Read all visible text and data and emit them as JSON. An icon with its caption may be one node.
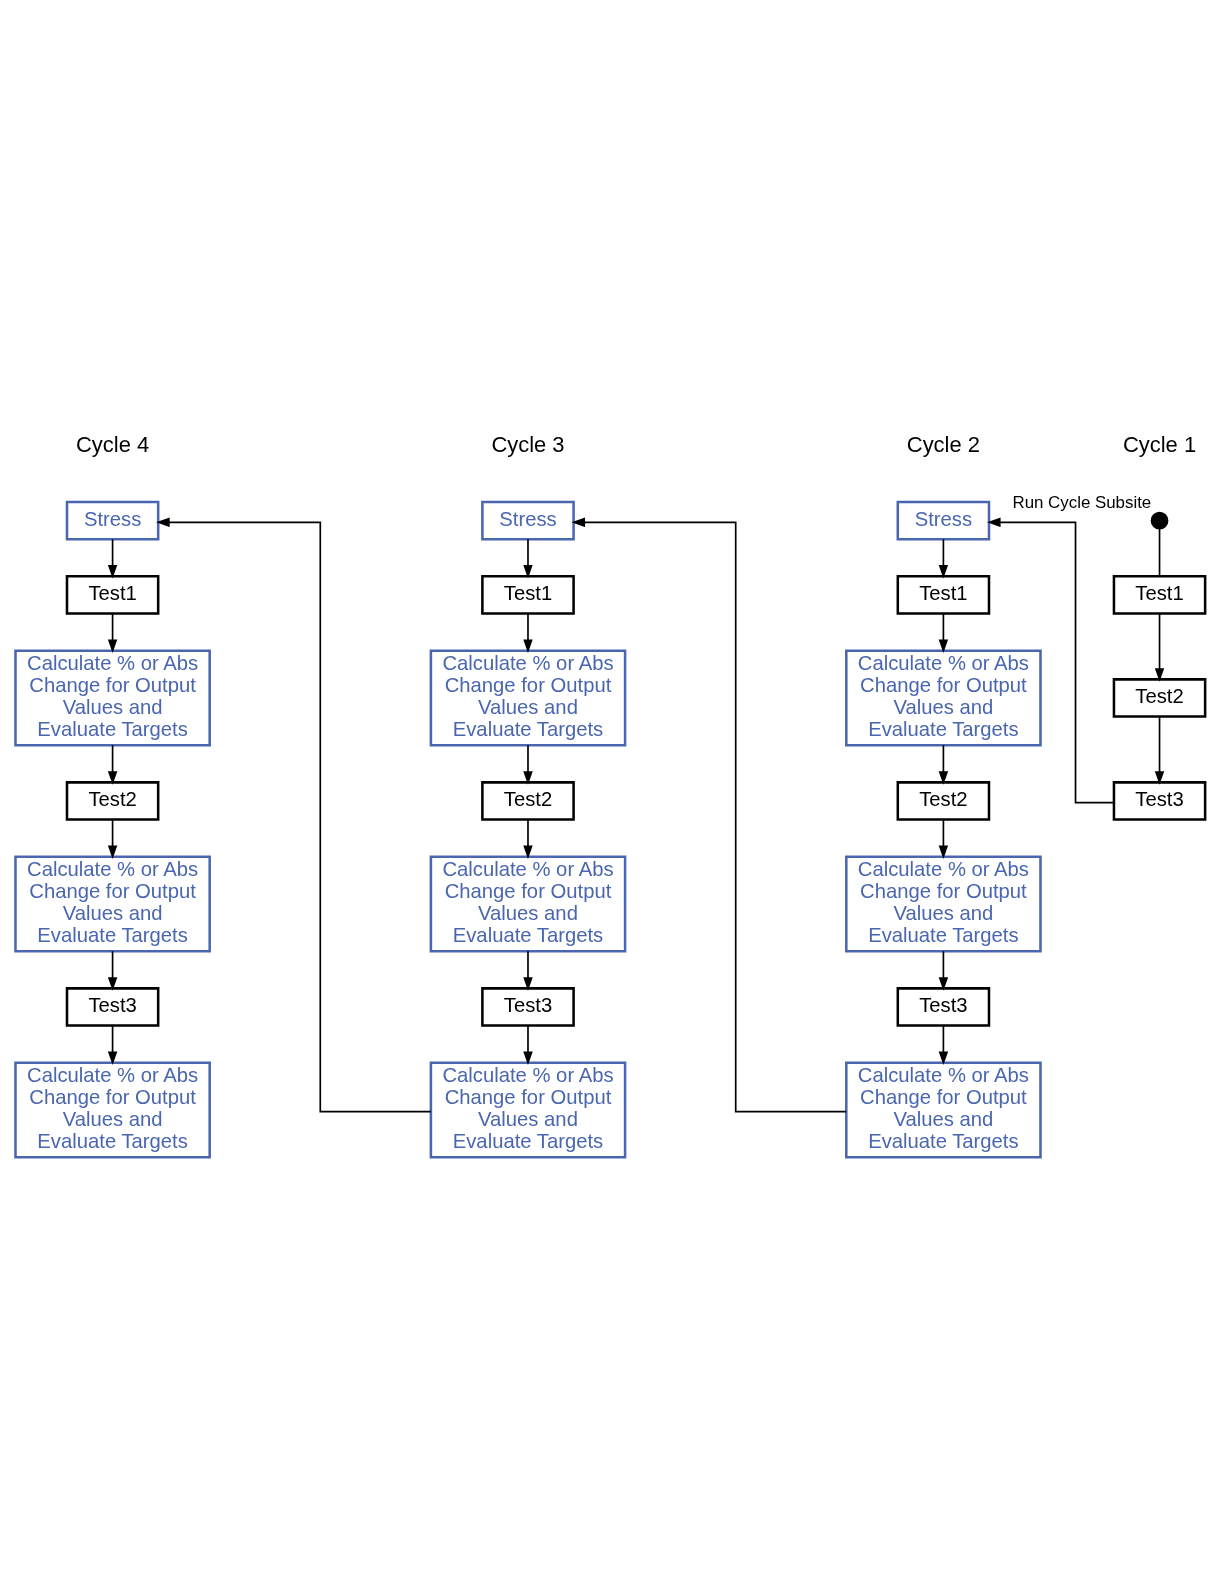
{
  "diagram": {
    "nodes": [
      {
        "text": [],
        "shape": "circle",
        "beside": [
          "Run Cycle Subsite"
        ]
      },
      {
        "text": [
          "Test1"
        ]
      },
      {
        "text": [
          "Test2"
        ]
      },
      {
        "text": [
          "Test3"
        ]
      },
      {
        "text": [
          "Stress"
        ]
      },
      {
        "text": [
          "Test1"
        ]
      },
      {
        "text": [
          "Calculate % or Abs Change for Output Values and Evaluate Targets"
        ]
      },
      {
        "text": [
          "Test2"
        ]
      },
      {
        "text": [
          "Calculate % or Abs Change for Output Values and Evaluate Targets"
        ]
      },
      {
        "text": [
          "Test3"
        ]
      },
      {
        "text": [
          "Calculate % or Abs Change for Output Values and Evaluate Targets"
        ]
      },
      {
        "text": [
          "Stress"
        ]
      },
      {
        "text": [
          "Test1"
        ]
      },
      {
        "text": [
          "Calculate % or Abs Change for Output Values and Evaluate Targets"
        ]
      },
      {
        "text": [
          "Test2"
        ]
      },
      {
        "text": [
          "Calculate % or Abs Change for Output Values and Evaluate Targets"
        ]
      },
      {
        "text": [
          "Test3"
        ]
      },
      {
        "text": [
          "Calculate % or Abs Change for Output Values and Evaluate Targets"
        ]
      },
      {
        "text": [
          "Stress"
        ]
      },
      {
        "text": [
          "Test1"
        ]
      },
      {
        "text": [
          "Calculate % or Abs Change for Output Values and Evaluate Targets"
        ]
      },
      {
        "text": [
          "Test2"
        ]
      },
      {
        "text": [
          "Calculate % or Abs Change for Output Values and Evaluate Targets"
        ]
      },
      {
        "text": [
          "Test3"
        ]
      },
      {
        "text": [
          "Calculate % or Abs Change for Output Values and Evaluate Targets"
        ]
      }
    ],
    "edges": [
      {
        "from": 0,
        "to": 1,
        "arrow": "none"
      },
      {
        "from": 1,
        "to": 2,
        "arrow": "to"
      },
      {
        "from": 2,
        "to": 3,
        "arrow": "to"
      },
      {
        "from": 3,
        "to": 4,
        "arrow": "to"
      },
      {
        "from": 4,
        "to": 5,
        "arrow": "to"
      },
      {
        "from": 5,
        "to": 6,
        "arrow": "to"
      },
      {
        "from": 6,
        "to": 7,
        "arrow": "to"
      },
      {
        "from": 7,
        "to": 8,
        "arrow": "to"
      },
      {
        "from": 8,
        "to": 9,
        "arrow": "to"
      },
      {
        "from": 9,
        "to": 10,
        "arrow": "to"
      },
      {
        "from": 10,
        "to": 11,
        "arrow": "to"
      },
      {
        "from": 11,
        "to": 12,
        "arrow": "to"
      },
      {
        "from": 12,
        "to": 13,
        "arrow": "to"
      },
      {
        "from": 13,
        "to": 14,
        "arrow": "to"
      },
      {
        "from": 14,
        "to": 15,
        "arrow": "to"
      },
      {
        "from": 15,
        "to": 16,
        "arrow": "to"
      },
      {
        "from": 16,
        "to": 17,
        "arrow": "to"
      },
      {
        "from": 17,
        "to": 18,
        "arrow": "to"
      },
      {
        "from": 18,
        "to": 19,
        "arrow": "to"
      },
      {
        "from": 19,
        "to": 20,
        "arrow": "to"
      },
      {
        "from": 20,
        "to": 21,
        "arrow": "to"
      },
      {
        "from": 21,
        "to": 22,
        "arrow": "to"
      },
      {
        "from": 22,
        "to": 23,
        "arrow": "to"
      },
      {
        "from": 23,
        "to": 24,
        "arrow": "to"
      }
    ],
    "labels": [
      "Cycle 1",
      "Cycle 2",
      "Cycle 3",
      "Cycle 4"
    ]
  }
}
